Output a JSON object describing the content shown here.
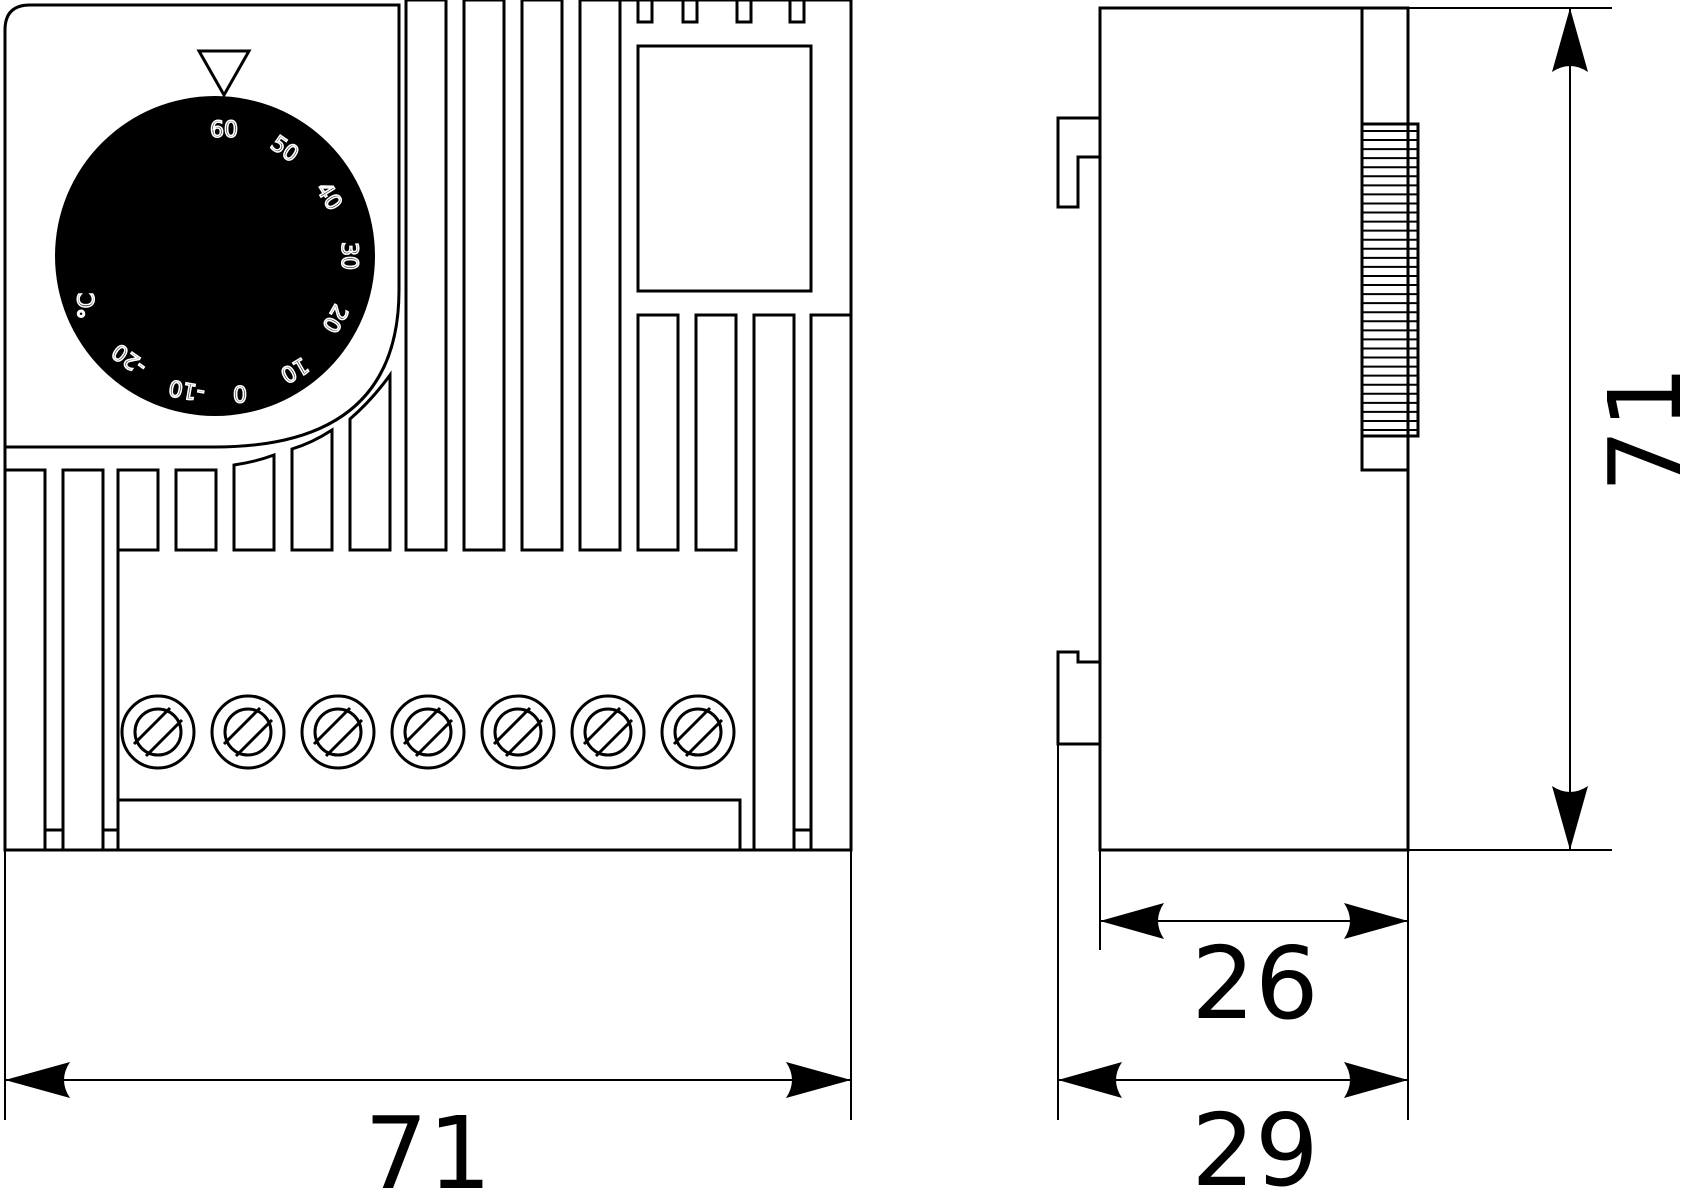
{
  "dial": {
    "scale_labels": [
      "60",
      "50",
      "40",
      "30",
      "20",
      "10",
      "0",
      "-10",
      "-20"
    ],
    "unit": "°C"
  },
  "dimensions": {
    "front_width": "71",
    "side_height": "71",
    "side_depth_inner": "26",
    "side_depth_outer": "29"
  },
  "terminals": {
    "count": 7
  },
  "side_view": {
    "knurl_ridges": 34
  }
}
